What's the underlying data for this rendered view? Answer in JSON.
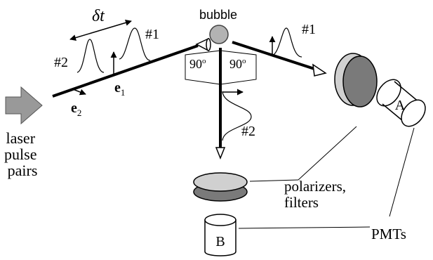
{
  "labels": {
    "bubble": "bubble",
    "delta_t_symbol": "δ",
    "delta_t_var": "t",
    "pulse1_left": "#1",
    "pulse2_left": "#2",
    "pulse1_right": "#1",
    "pulse2_down": "#2",
    "e1_base": "e",
    "e1_sub": "1",
    "e2_base": "e",
    "e2_sub": "2",
    "angle_left": "90",
    "angle_right": "90",
    "angle_unit": "o",
    "laser_line1": "laser",
    "laser_line2": "pulse",
    "laser_line3": "pairs",
    "detector_a": "A",
    "detector_b": "B",
    "polarizers_line1": "polarizers,",
    "polarizers_line2": "filters",
    "pmts": "PMTs"
  },
  "colors": {
    "bubble": "#b3b3b3",
    "laser_arrow": "#999999",
    "filter_light": "#d0d0d0",
    "filter_dark": "#7a7a7a",
    "ink": "#000000"
  }
}
